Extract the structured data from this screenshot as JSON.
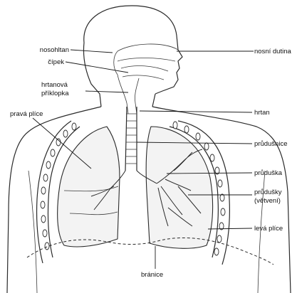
{
  "labels": {
    "nosohltan": "nosohltan",
    "cipek": "čípek",
    "hrtanova_line1": "hrtanová",
    "hrtanova_line2": "příklopka",
    "prava_plice": "pravá plíce",
    "nosni_dutina": "nosní dutina",
    "hrtan": "hrtan",
    "prudusnice": "průdušnice",
    "pruduska": "průduška",
    "prudusky_line1": "průdušky",
    "prudusky_line2": "(větvení)",
    "leva_plice": "levá plíce",
    "branice": "bránice"
  }
}
